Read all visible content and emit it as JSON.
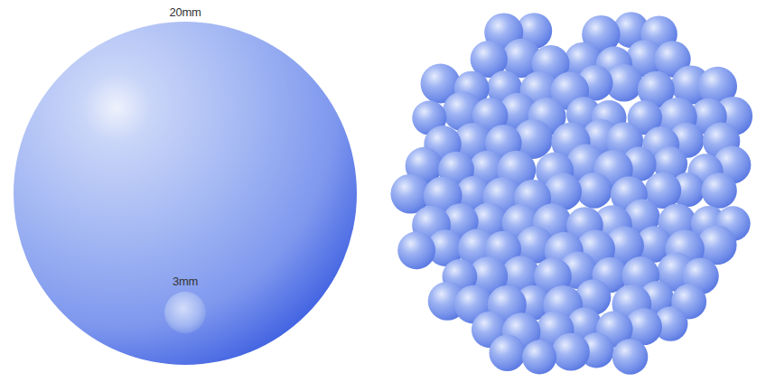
{
  "diagram": {
    "nodes": [
      {
        "text": [
          "20mm"
        ]
      },
      {
        "text": [
          "3mm"
        ],
        "in": 0
      }
    ]
  }
}
